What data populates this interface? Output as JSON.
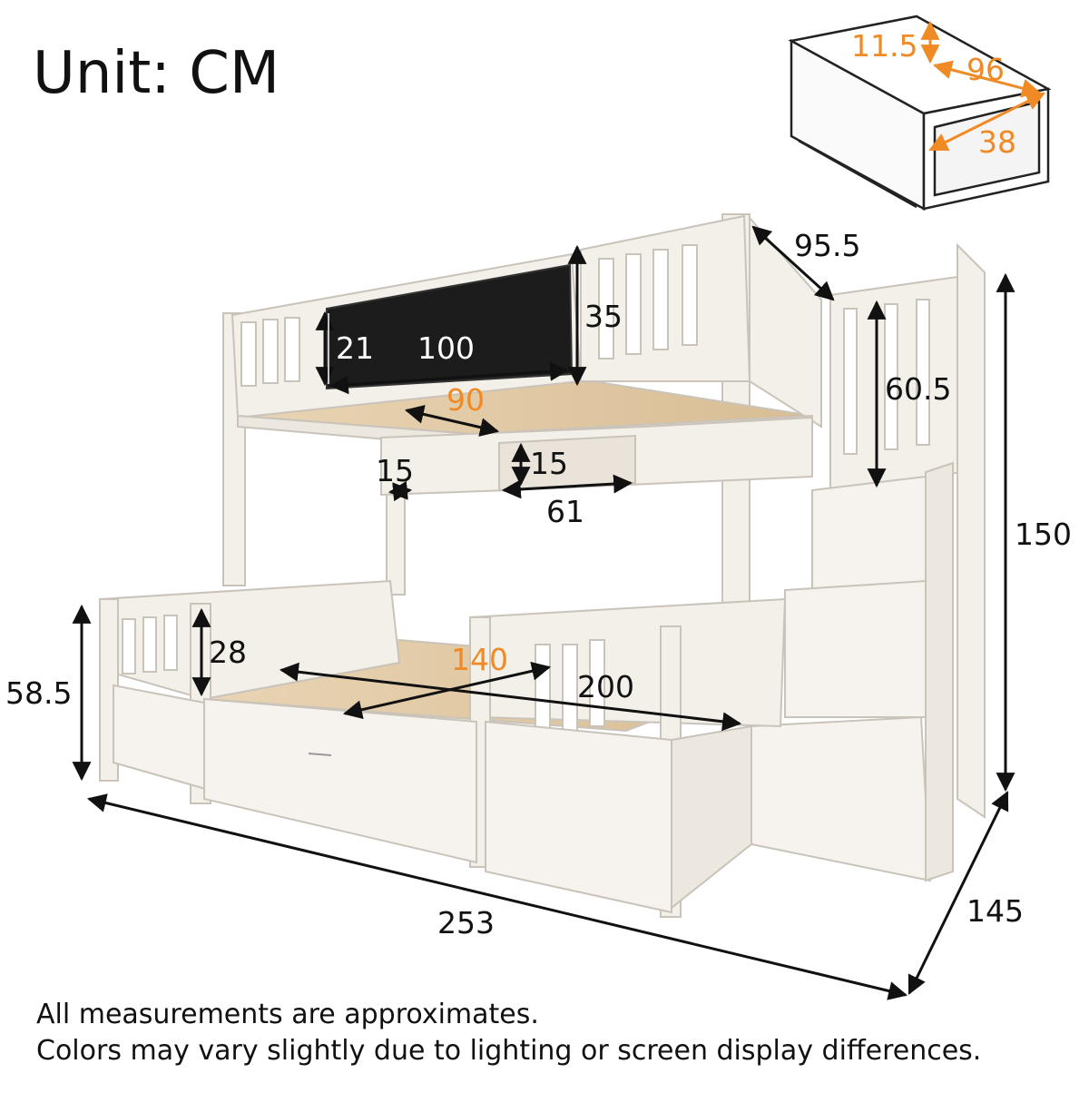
{
  "unit_label": "Unit: CM",
  "drawer": {
    "height": "11.5",
    "depth": "96",
    "width": "38"
  },
  "dimensions": {
    "guardrail_depth": "95.5",
    "rail_height_upper": "35",
    "board_height": "21",
    "board_width": "100",
    "opening_width": "90",
    "shelf_depth": "15",
    "shelf_height": "15",
    "shelf_width": "61",
    "stair_rail_height": "60.5",
    "total_height": "150",
    "lower_height": "58.5",
    "lower_rail_height": "28",
    "lower_width": "140",
    "length": "200",
    "overall_length": "253",
    "overall_depth": "145"
  },
  "notes": [
    "All measurements are approximates.",
    "Colors may vary slightly due to lighting or screen display differences."
  ],
  "colors": {
    "dimension_black": "#111111",
    "dimension_orange": "#f08a24",
    "board": "#1c1c1c",
    "wood": "#f3efe9"
  }
}
